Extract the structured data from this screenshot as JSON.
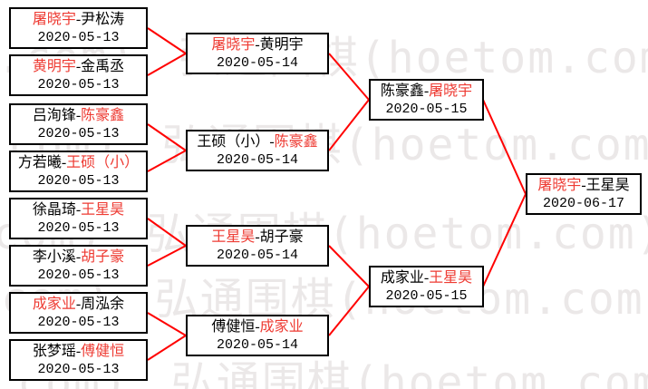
{
  "watermark": {
    "text": "弘通围棋(hoetom.com)",
    "color": "#ebe8e8"
  },
  "colors": {
    "line": "#ff0000",
    "winner_name": "#ee3b33",
    "text": "#000000",
    "box_border": "#000000",
    "box_bg": "#ffffff"
  },
  "separator": "-",
  "rounds": [
    {
      "name": "round-1",
      "matches": [
        {
          "p1": "屠晓宇",
          "p2": "尹松涛",
          "winner": 1,
          "date": "2020-05-13"
        },
        {
          "p1": "黄明宇",
          "p2": "金禹丞",
          "winner": 1,
          "date": "2020-05-13"
        },
        {
          "p1": "吕洵锋",
          "p2": "陈豪鑫",
          "winner": 2,
          "date": "2020-05-13"
        },
        {
          "p1": "方若曦",
          "p2": "王硕（小）",
          "winner": 2,
          "date": "2020-05-13"
        },
        {
          "p1": "徐晶琦",
          "p2": "王星昊",
          "winner": 2,
          "date": "2020-05-13"
        },
        {
          "p1": "李小溪",
          "p2": "胡子豪",
          "winner": 2,
          "date": "2020-05-13"
        },
        {
          "p1": "成家业",
          "p2": "周泓余",
          "winner": 1,
          "date": "2020-05-13"
        },
        {
          "p1": "张梦瑶",
          "p2": "傅健恒",
          "winner": 2,
          "date": "2020-05-13"
        }
      ]
    },
    {
      "name": "round-2",
      "matches": [
        {
          "p1": "屠晓宇",
          "p2": "黄明宇",
          "winner": 1,
          "date": "2020-05-14"
        },
        {
          "p1": "王硕（小）",
          "p2": "陈豪鑫",
          "winner": 2,
          "date": "2020-05-14"
        },
        {
          "p1": "王星昊",
          "p2": "胡子豪",
          "winner": 1,
          "date": "2020-05-14"
        },
        {
          "p1": "傅健恒",
          "p2": "成家业",
          "winner": 2,
          "date": "2020-05-14"
        }
      ]
    },
    {
      "name": "semifinals",
      "matches": [
        {
          "p1": "陈豪鑫",
          "p2": "屠晓宇",
          "winner": 2,
          "date": "2020-05-15"
        },
        {
          "p1": "成家业",
          "p2": "王星昊",
          "winner": 2,
          "date": "2020-05-15"
        }
      ]
    },
    {
      "name": "final",
      "matches": [
        {
          "p1": "屠晓宇",
          "p2": "王星昊",
          "winner": 1,
          "date": "2020-06-17"
        }
      ]
    }
  ]
}
